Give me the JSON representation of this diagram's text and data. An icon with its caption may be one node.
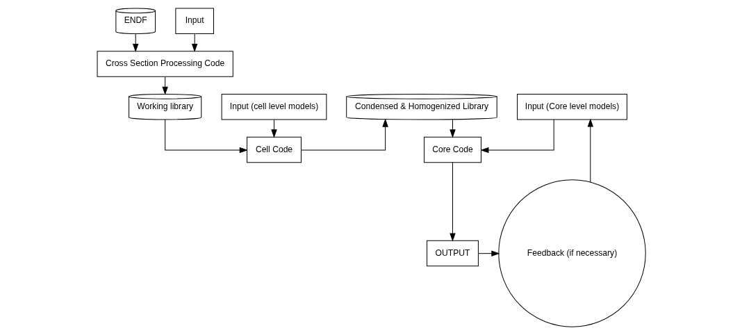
{
  "diagram": {
    "nodes": [
      {
        "text": [
          "ENDF"
        ]
      },
      {
        "text": [
          "Input"
        ]
      },
      {
        "text": [
          "Cross Section Processing Code"
        ]
      },
      {
        "text": [
          "Working library"
        ]
      },
      {
        "text": [
          "Input (cell level models)"
        ]
      },
      {
        "text": [
          "Cell Code"
        ]
      },
      {
        "text": [
          "Condensed & Homogenized Library"
        ]
      },
      {
        "text": [
          "Input (Core level models)"
        ]
      },
      {
        "text": [
          "Core Code"
        ]
      },
      {
        "text": [
          "OUTPUT"
        ]
      },
      {
        "text": [
          "Feedback (if necessary)"
        ]
      }
    ],
    "edges": [
      {
        "from": 0,
        "to": 2,
        "arrow": "to"
      },
      {
        "from": 1,
        "to": 2,
        "arrow": "to"
      },
      {
        "from": 2,
        "to": 3,
        "arrow": "to"
      },
      {
        "from": 3,
        "to": 5,
        "arrow": "to"
      },
      {
        "from": 4,
        "to": 5,
        "arrow": "to"
      },
      {
        "from": 5,
        "to": 6,
        "arrow": "to"
      },
      {
        "from": 6,
        "to": 8,
        "arrow": "to"
      },
      {
        "from": 7,
        "to": 8,
        "arrow": "to"
      },
      {
        "from": 8,
        "to": 9,
        "arrow": "to"
      },
      {
        "from": 9,
        "to": 10,
        "arrow": "to"
      },
      {
        "from": 10,
        "to": 7,
        "arrow": "to"
      }
    ]
  }
}
